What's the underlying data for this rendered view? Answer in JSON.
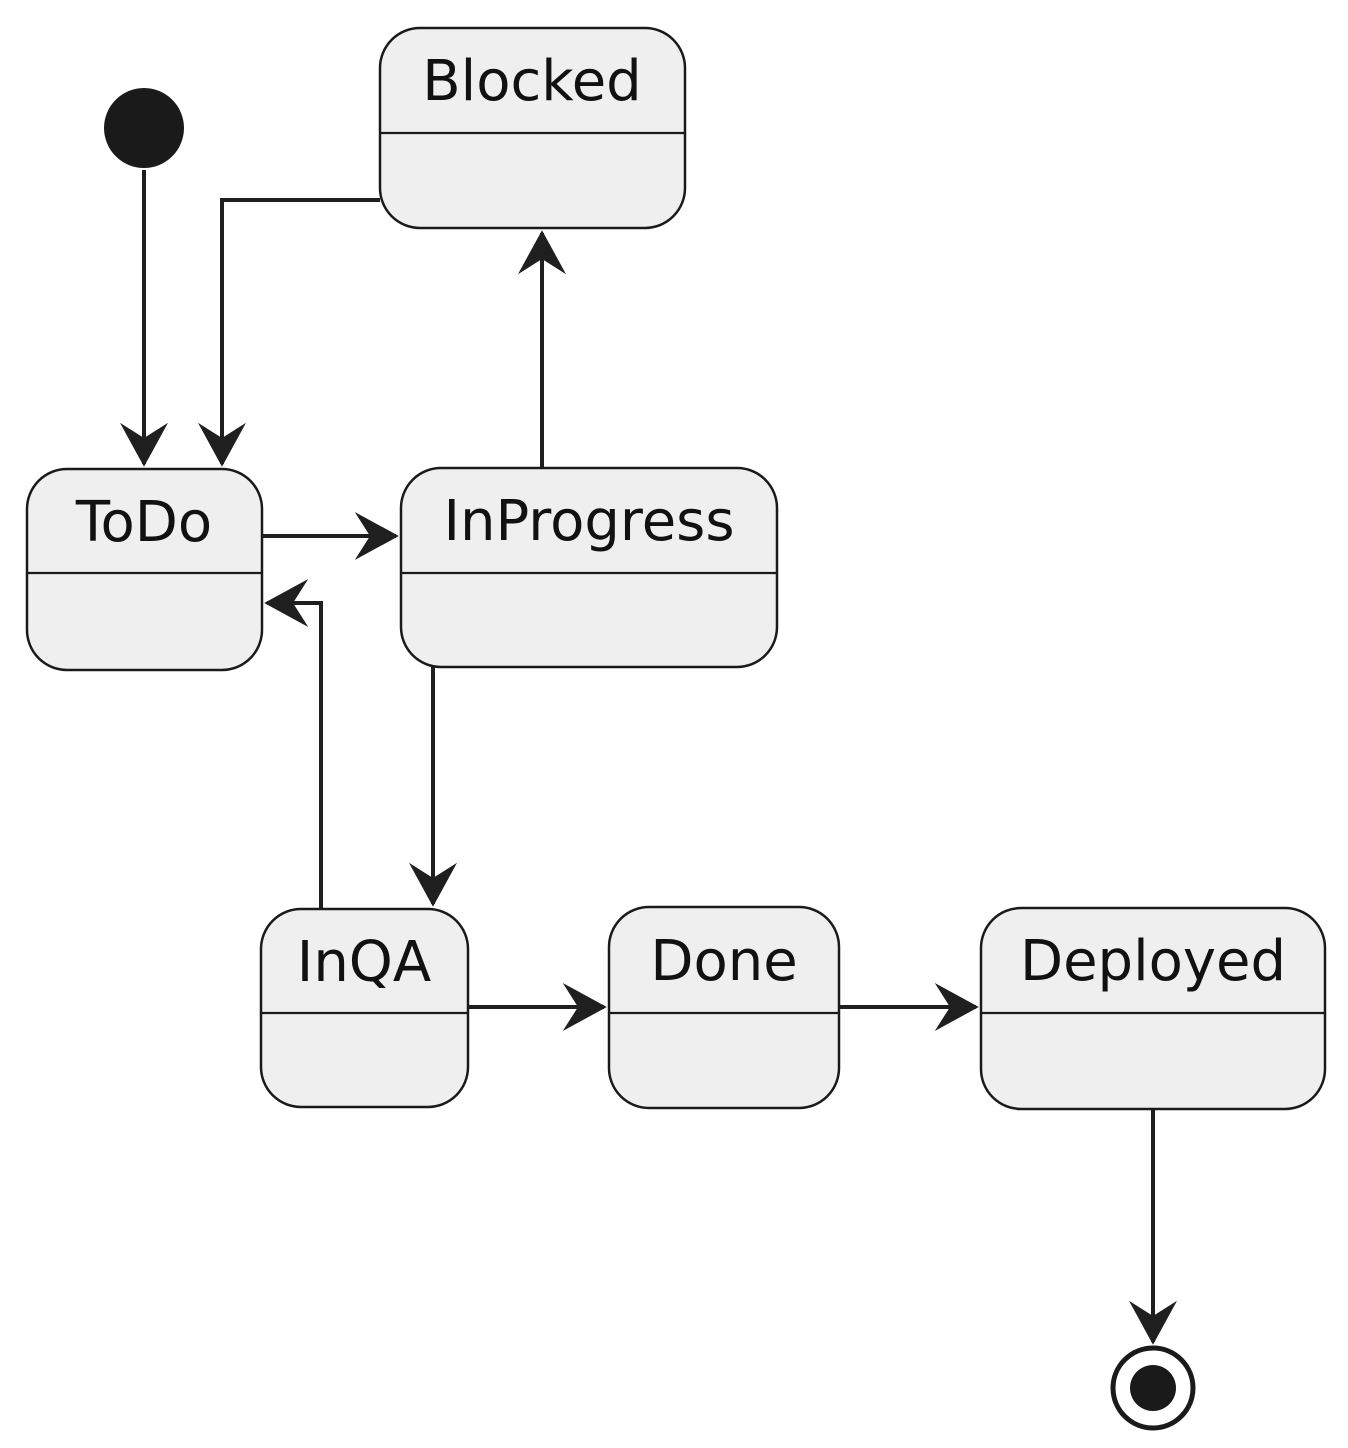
{
  "diagram": {
    "type": "uml-state-diagram",
    "colors": {
      "background": "#ffffff",
      "state_fill": "#efefef",
      "state_stroke": "#1a1a1a",
      "edge": "#1f1f1f",
      "text": "#111111"
    },
    "states": [
      {
        "id": "Blocked",
        "label": "Blocked"
      },
      {
        "id": "ToDo",
        "label": "ToDo"
      },
      {
        "id": "InProgress",
        "label": "InProgress"
      },
      {
        "id": "InQA",
        "label": "InQA"
      },
      {
        "id": "Done",
        "label": "Done"
      },
      {
        "id": "Deployed",
        "label": "Deployed"
      }
    ],
    "pseudostates": [
      {
        "id": "initial",
        "kind": "initial-state-dot"
      },
      {
        "id": "final",
        "kind": "final-state-bullseye"
      }
    ],
    "transitions": [
      {
        "from": "initial",
        "to": "ToDo"
      },
      {
        "from": "Blocked",
        "to": "ToDo"
      },
      {
        "from": "ToDo",
        "to": "InProgress"
      },
      {
        "from": "InProgress",
        "to": "Blocked"
      },
      {
        "from": "InProgress",
        "to": "InQA"
      },
      {
        "from": "InQA",
        "to": "ToDo"
      },
      {
        "from": "InQA",
        "to": "Done"
      },
      {
        "from": "Done",
        "to": "Deployed"
      },
      {
        "from": "Deployed",
        "to": "final"
      }
    ]
  }
}
